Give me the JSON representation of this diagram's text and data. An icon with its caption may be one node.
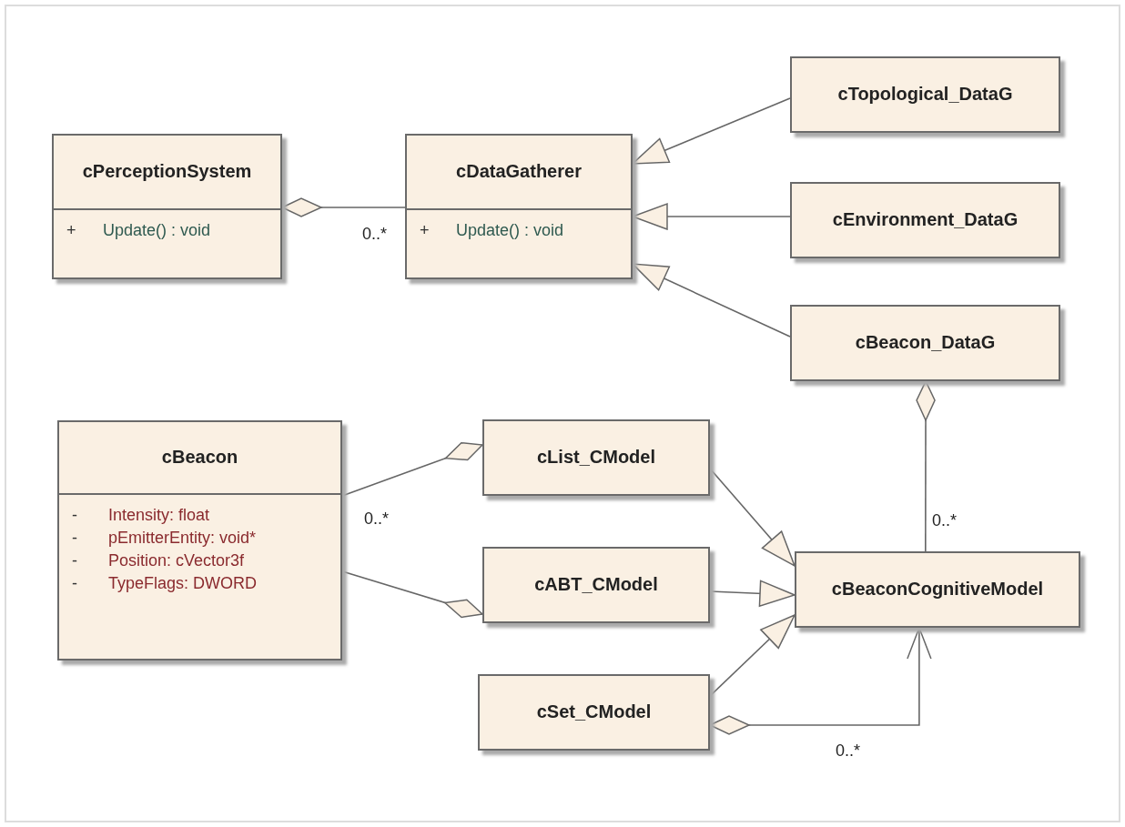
{
  "diagram": {
    "nodes": [
      {
        "text": [
          "cPerceptionSystem",
          "+",
          "Update() : void"
        ]
      },
      {
        "text": [
          "cDataGatherer",
          "+",
          "Update() : void"
        ]
      },
      {
        "text": [
          "cTopological_DataG"
        ]
      },
      {
        "text": [
          "cEnvironment_DataG"
        ]
      },
      {
        "text": [
          "cBeacon_DataG"
        ]
      },
      {
        "text": [
          "cBeacon",
          "-",
          "Intensity: float",
          "-",
          "pEmitterEntity: void*",
          "-",
          "Position: cVector3f",
          "-",
          "TypeFlags: DWORD"
        ]
      },
      {
        "text": [
          "cList_CModel"
        ]
      },
      {
        "text": [
          "cABT_CModel"
        ]
      },
      {
        "text": [
          "cBeaconCognitiveModel"
        ]
      },
      {
        "text": [
          "cSet_CModel"
        ]
      }
    ],
    "edges": [
      {
        "from": 0,
        "to": 1,
        "arrow": "other",
        "label": "0..*"
      },
      {
        "from": 2,
        "to": 1,
        "arrow": "to"
      },
      {
        "from": 3,
        "to": 1,
        "arrow": "to"
      },
      {
        "from": 4,
        "to": 1,
        "arrow": "to"
      },
      {
        "from": 6,
        "to": 5,
        "arrow": "other",
        "label": "0..*"
      },
      {
        "from": 7,
        "to": 5,
        "arrow": "other"
      },
      {
        "from": 6,
        "to": 8,
        "arrow": "to"
      },
      {
        "from": 7,
        "to": 8,
        "arrow": "to"
      },
      {
        "from": 9,
        "to": 8,
        "arrow": "to"
      },
      {
        "from": 4,
        "to": 8,
        "arrow": "other",
        "label": "0..*"
      },
      {
        "from": 9,
        "to": 8,
        "arrow": "to",
        "label": "0..*"
      }
    ]
  }
}
